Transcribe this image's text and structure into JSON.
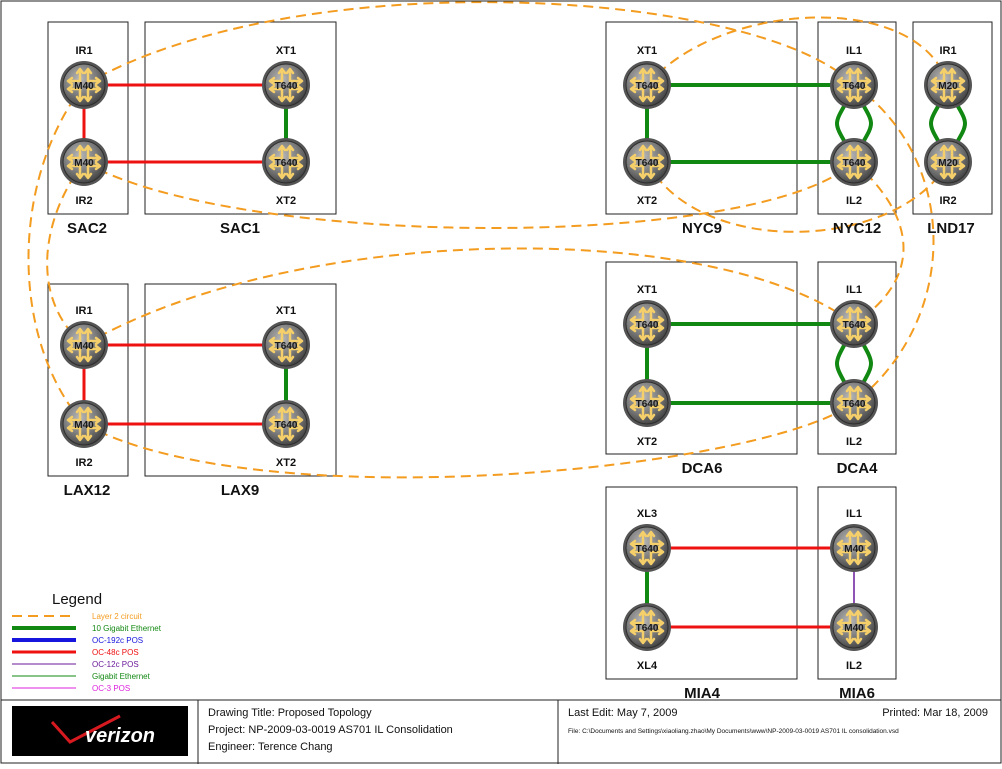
{
  "sites": [
    {
      "name": "SAC2",
      "routers": [
        {
          "label": "IR1",
          "model": "M40"
        },
        {
          "label": "IR2",
          "model": "M40"
        }
      ]
    },
    {
      "name": "SAC1",
      "routers": [
        {
          "label": "XT1",
          "model": "T640"
        },
        {
          "label": "XT2",
          "model": "T640"
        }
      ]
    },
    {
      "name": "NYC9",
      "routers": [
        {
          "label": "XT1",
          "model": "T640"
        },
        {
          "label": "XT2",
          "model": "T640"
        }
      ]
    },
    {
      "name": "NYC12",
      "routers": [
        {
          "label": "IL1",
          "model": "T640"
        },
        {
          "label": "IL2",
          "model": "T640"
        }
      ]
    },
    {
      "name": "LND17",
      "routers": [
        {
          "label": "IR1",
          "model": "M20"
        },
        {
          "label": "IR2",
          "model": "M20"
        }
      ]
    },
    {
      "name": "LAX12",
      "routers": [
        {
          "label": "IR1",
          "model": "M40"
        },
        {
          "label": "IR2",
          "model": "M40"
        }
      ]
    },
    {
      "name": "LAX9",
      "routers": [
        {
          "label": "XT1",
          "model": "T640"
        },
        {
          "label": "XT2",
          "model": "T640"
        }
      ]
    },
    {
      "name": "DCA6",
      "routers": [
        {
          "label": "XT1",
          "model": "T640"
        },
        {
          "label": "XT2",
          "model": "T640"
        }
      ]
    },
    {
      "name": "DCA4",
      "routers": [
        {
          "label": "IL1",
          "model": "T640"
        },
        {
          "label": "IL2",
          "model": "T640"
        }
      ]
    },
    {
      "name": "MIA4",
      "routers": [
        {
          "label": "XL3",
          "model": "T640"
        },
        {
          "label": "XL4",
          "model": "T640"
        }
      ]
    },
    {
      "name": "MIA6",
      "routers": [
        {
          "label": "IL1",
          "model": "M40"
        },
        {
          "label": "IL2",
          "model": "M40"
        }
      ]
    }
  ],
  "links": [
    {
      "from": "SAC2.IR1",
      "to": "SAC1.XT1",
      "type": "OC-48c POS"
    },
    {
      "from": "SAC2.IR2",
      "to": "SAC1.XT2",
      "type": "OC-48c POS"
    },
    {
      "from": "SAC2.IR1",
      "to": "SAC2.IR2",
      "type": "OC-48c POS"
    },
    {
      "from": "SAC1.XT1",
      "to": "SAC1.XT2",
      "type": "10 Gigabit Ethernet"
    },
    {
      "from": "NYC9.XT1",
      "to": "NYC12.IL1",
      "type": "10 Gigabit Ethernet"
    },
    {
      "from": "NYC9.XT2",
      "to": "NYC12.IL2",
      "type": "10 Gigabit Ethernet"
    },
    {
      "from": "NYC9.XT1",
      "to": "NYC9.XT2",
      "type": "10 Gigabit Ethernet"
    },
    {
      "from": "NYC12.IL1",
      "to": "NYC12.IL2",
      "type": "10 Gigabit Ethernet"
    },
    {
      "from": "LND17.IR1",
      "to": "LND17.IR2",
      "type": "10 Gigabit Ethernet"
    },
    {
      "from": "LAX12.IR1",
      "to": "LAX9.XT1",
      "type": "OC-48c POS"
    },
    {
      "from": "LAX12.IR2",
      "to": "LAX9.XT2",
      "type": "OC-48c POS"
    },
    {
      "from": "LAX12.IR1",
      "to": "LAX12.IR2",
      "type": "OC-48c POS"
    },
    {
      "from": "LAX9.XT1",
      "to": "LAX9.XT2",
      "type": "10 Gigabit Ethernet"
    },
    {
      "from": "DCA6.XT1",
      "to": "DCA4.IL1",
      "type": "10 Gigabit Ethernet"
    },
    {
      "from": "DCA6.XT2",
      "to": "DCA4.IL2",
      "type": "10 Gigabit Ethernet"
    },
    {
      "from": "DCA6.XT1",
      "to": "DCA6.XT2",
      "type": "10 Gigabit Ethernet"
    },
    {
      "from": "DCA4.IL1",
      "to": "DCA4.IL2",
      "type": "10 Gigabit Ethernet"
    },
    {
      "from": "MIA4.XL3",
      "to": "MIA6.IL1",
      "type": "OC-48c POS"
    },
    {
      "from": "MIA4.XL4",
      "to": "MIA6.IL2",
      "type": "OC-48c POS"
    },
    {
      "from": "MIA4.XL3",
      "to": "MIA4.XL4",
      "type": "10 Gigabit Ethernet"
    },
    {
      "from": "MIA6.IL1",
      "to": "MIA6.IL2",
      "type": "OC-12c POS"
    },
    {
      "from": "SAC2.IR1",
      "to": "NYC12.IL1",
      "type": "Layer 2 circuit"
    },
    {
      "from": "SAC2.IR2",
      "to": "NYC12.IL2",
      "type": "Layer 2 circuit"
    },
    {
      "from": "NYC9.XT1",
      "to": "LND17.IR1",
      "type": "Layer 2 circuit"
    },
    {
      "from": "NYC9.XT2",
      "to": "LND17.IR2",
      "type": "Layer 2 circuit"
    },
    {
      "from": "LAX12.IR1",
      "to": "DCA4.IL1",
      "type": "Layer 2 circuit"
    },
    {
      "from": "LAX12.IR2",
      "to": "DCA4.IL2",
      "type": "Layer 2 circuit"
    },
    {
      "from": "SAC2.IR1",
      "to": "LAX12.IR2",
      "type": "Layer 2 circuit"
    },
    {
      "from": "SAC2.IR2",
      "to": "LAX12.IR1",
      "type": "Layer 2 circuit"
    },
    {
      "from": "NYC12.IL1",
      "to": "DCA4.IL2",
      "type": "Layer 2 circuit"
    },
    {
      "from": "NYC12.IL2",
      "to": "DCA4.IL1",
      "type": "Layer 2 circuit"
    }
  ],
  "legend": {
    "title": "Legend",
    "items": [
      {
        "label": "Layer 2 circuit",
        "color": "#f39c1f",
        "text_color": "#f39c1f",
        "style": "dashed"
      },
      {
        "label": "10 Gigabit Ethernet",
        "color": "#118811",
        "text_color": "#118811",
        "style": "thick"
      },
      {
        "label": "OC-192c POS",
        "color": "#1515dd",
        "text_color": "#1515dd",
        "style": "thick"
      },
      {
        "label": "OC-48c POS",
        "color": "#ee1111",
        "text_color": "#ee1111",
        "style": "medium"
      },
      {
        "label": "OC-12c POS",
        "color": "#6a1a9a",
        "text_color": "#6a1a9a",
        "style": "thin"
      },
      {
        "label": "Gigabit Ethernet",
        "color": "#118811",
        "text_color": "#118811",
        "style": "thin"
      },
      {
        "label": "OC-3 POS",
        "color": "#dd22dd",
        "text_color": "#dd22dd",
        "style": "thin"
      }
    ]
  },
  "title_block": {
    "logo_text": "verizon",
    "drawing_title": "Drawing Title: Proposed Topology",
    "project": "Project: NP-2009-03-0019 AS701 IL Consolidation",
    "engineer": "Engineer: Terence Chang",
    "last_edit": "Last Edit: May 7, 2009",
    "printed": "Printed: Mar 18, 2009",
    "file": "File: C:\\Documents and Settings\\xiaoliang.zhao\\My Documents\\www\\NP-2009-03-0019 AS701 IL consolidation.vsd"
  },
  "colors": {
    "layer2": "#f39c1f",
    "ten_gig": "#118811",
    "oc48": "#ee1111",
    "oc12": "#6a1a9a",
    "router_body": "#7a7a7a",
    "router_arrows": "#f5cf6a",
    "logo_bg": "#000000",
    "logo_accent": "#d71920"
  }
}
